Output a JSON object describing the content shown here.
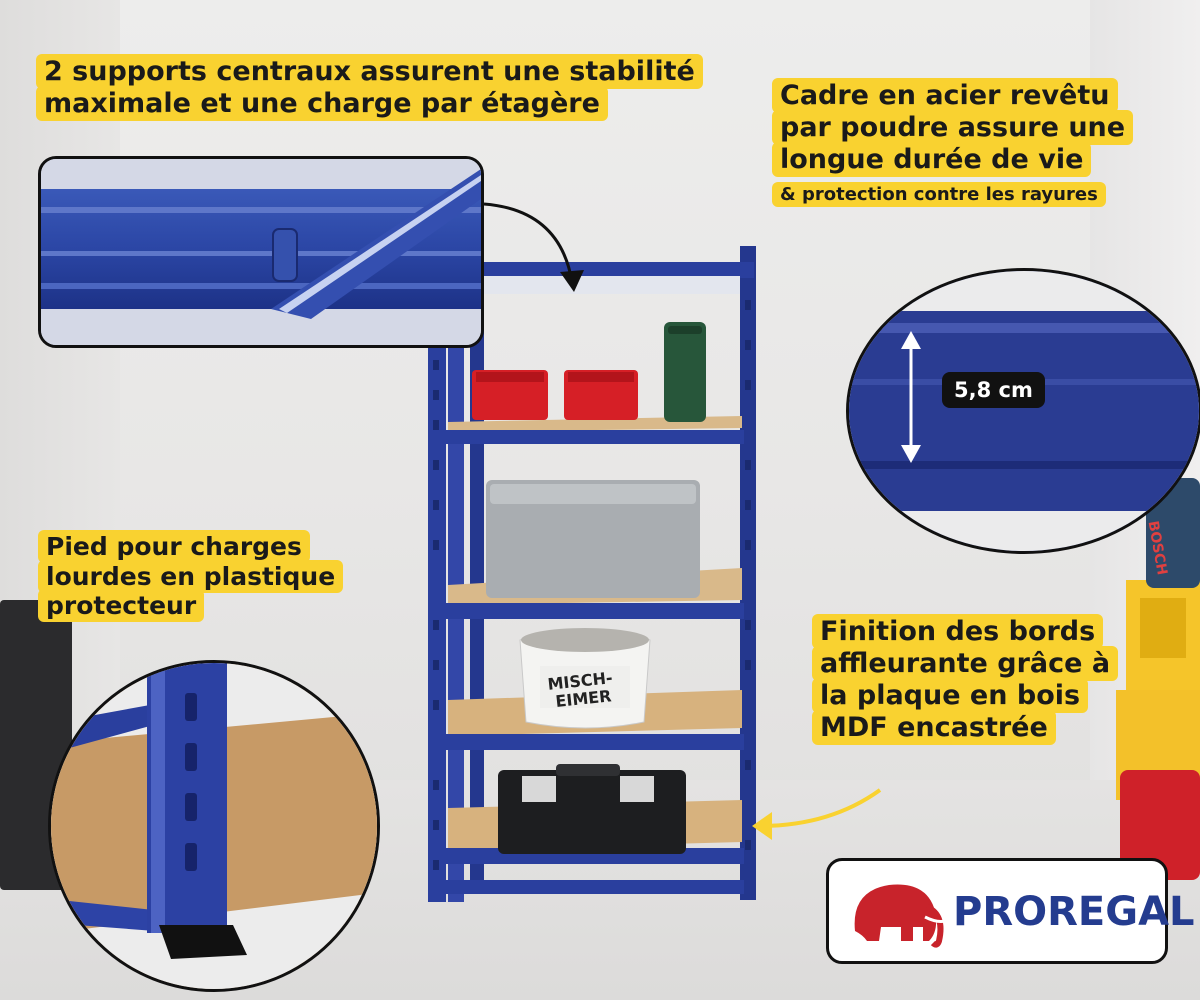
{
  "callouts": {
    "center_supports_line1": "2 supports centraux assurent une stabilité",
    "center_supports_line2": "maximale et une charge par étagère",
    "frame_line1": "Cadre en acier revêtu",
    "frame_line2": "par poudre assure une",
    "frame_line3": "longue durée de vie",
    "frame_line4": "& protection contre les rayures",
    "foot_line1": "Pied pour charges",
    "foot_line2": "lourdes en plastique",
    "foot_line3": "protecteur",
    "edges_line1": "Finition des bords",
    "edges_line2": "affleurante grâce à",
    "edges_line3": "la plaque en bois",
    "edges_line4": "MDF encastrée"
  },
  "dimension": {
    "label": "5,8 cm"
  },
  "brand": {
    "name": "PROREGAL",
    "logo_color": "#c8232b",
    "text_color": "#243c8f"
  },
  "product_labels": {
    "bucket_line1": "MISCH-",
    "bucket_line2": "EIMER",
    "case_brand": "BOSCH"
  },
  "colors": {
    "highlight": "#f9d230",
    "shelf_frame": "#2a3f9e",
    "shelf_board": "#d9b98a"
  },
  "icons": [
    "elephant-logo-icon",
    "double-arrow-icon",
    "curved-arrow-icon"
  ]
}
